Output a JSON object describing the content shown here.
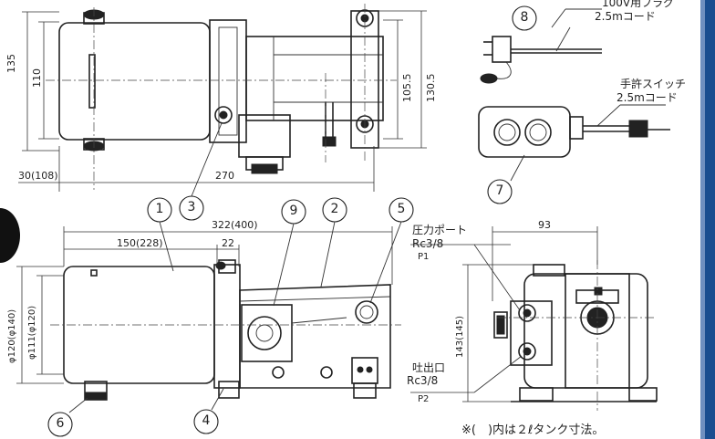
{
  "dimensions": {
    "d135": "135",
    "d110": "110",
    "d105_5": "105.5",
    "d130_5": "130.5",
    "d30": "30(108)",
    "d270": "270",
    "d322": "322(400)",
    "d150": "150(228)",
    "d22": "22",
    "d120": "φ120(φ140)",
    "d111": "φ111(φ120)",
    "d93": "93",
    "d143": "143(145)"
  },
  "callouts": [
    "1",
    "2",
    "3",
    "4",
    "5",
    "6",
    "7",
    "8",
    "9"
  ],
  "annotations": {
    "plug_line1": "100V用プラグ",
    "plug_line2": "2.5mコード",
    "switch_line1": "手許スイッチ",
    "switch_line2": "2.5mコード",
    "pressure_port": "圧力ポート",
    "pressure_rc": "Rc3/8",
    "p1": "P1",
    "discharge_port": "吐出口",
    "discharge_rc": "Rc3/8",
    "p2": "P2",
    "footnote": "※(　)内は２ℓタンク寸法。"
  },
  "colors": {
    "frame": "#1a4d8f",
    "ink": "#222222"
  }
}
